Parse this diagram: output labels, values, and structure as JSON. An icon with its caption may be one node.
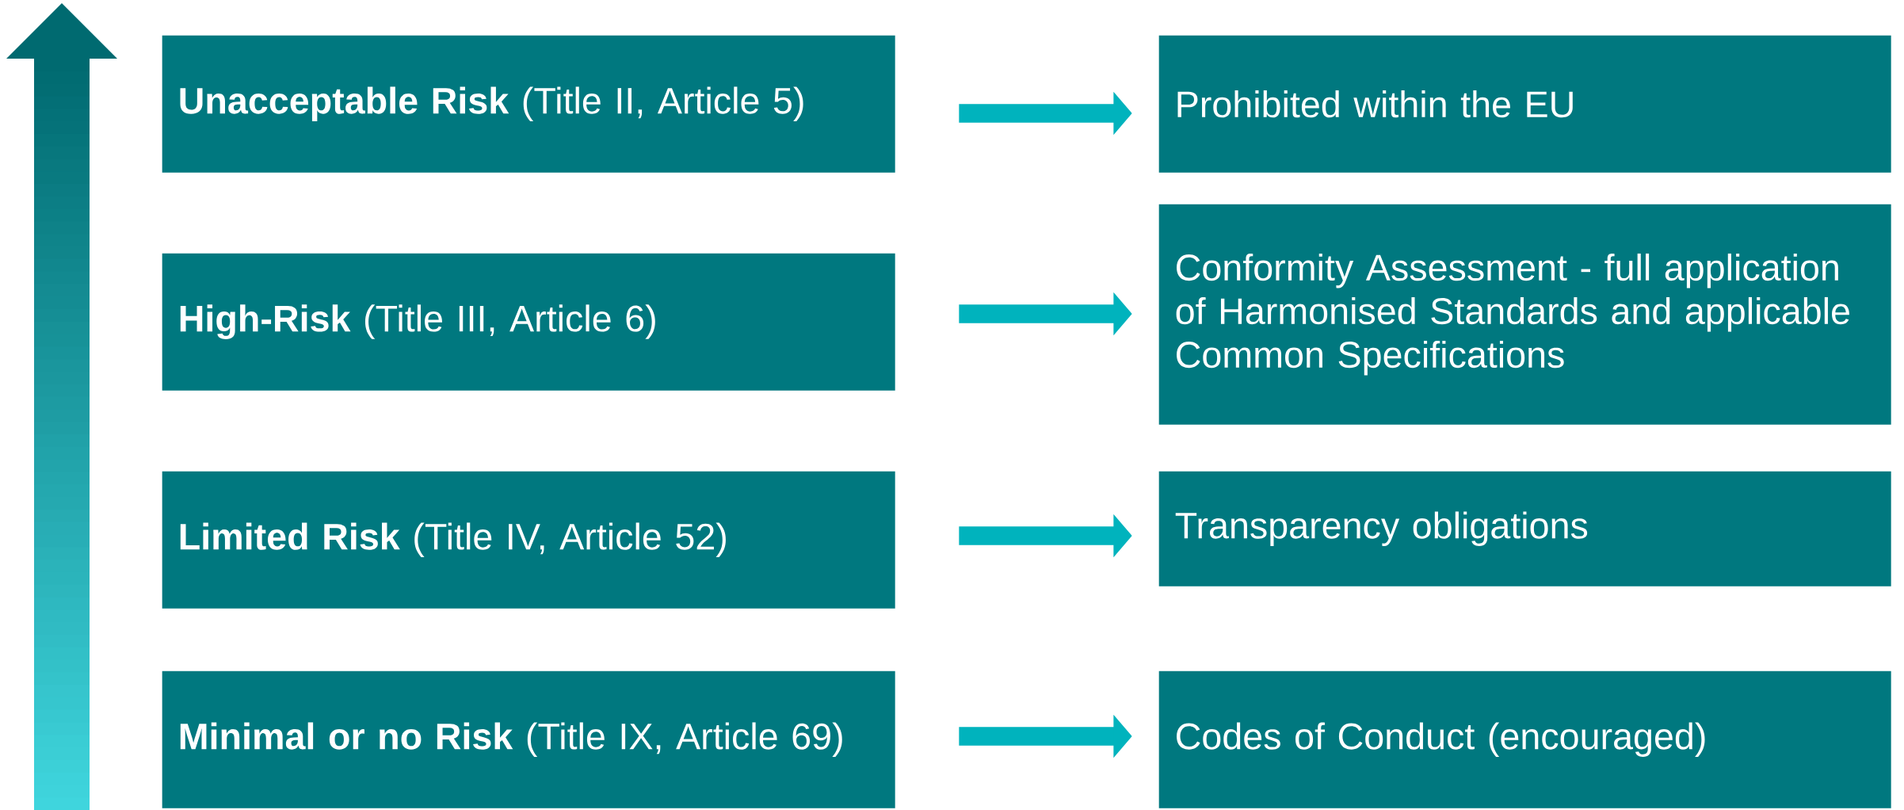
{
  "diagram": {
    "nodes": [
      {
        "text": [
          "**Unacceptable Risk** (Title II, Article 5)"
        ]
      },
      {
        "text": [
          "Prohibited within the EU"
        ]
      },
      {
        "text": [
          "**High-Risk** (Title III, Article 6)"
        ]
      },
      {
        "text": [
          "Conformity Assessment - full application of Harmonised Standards and applicable Common Specifications"
        ]
      },
      {
        "text": [
          "**Limited Risk** (Title IV, Article 52)"
        ]
      },
      {
        "text": [
          "Transparency obligations"
        ]
      },
      {
        "text": [
          "**Minimal or no Risk** (Title IX, Article 69)"
        ]
      },
      {
        "text": [
          "Codes of Conduct (encouraged)"
        ]
      }
    ],
    "edges": [
      {
        "from": 0,
        "to": 1,
        "arrow": "to"
      },
      {
        "from": 2,
        "to": 3,
        "arrow": "to"
      },
      {
        "from": 4,
        "to": 5,
        "arrow": "to"
      },
      {
        "from": 6,
        "to": 7,
        "arrow": "to"
      }
    ]
  }
}
